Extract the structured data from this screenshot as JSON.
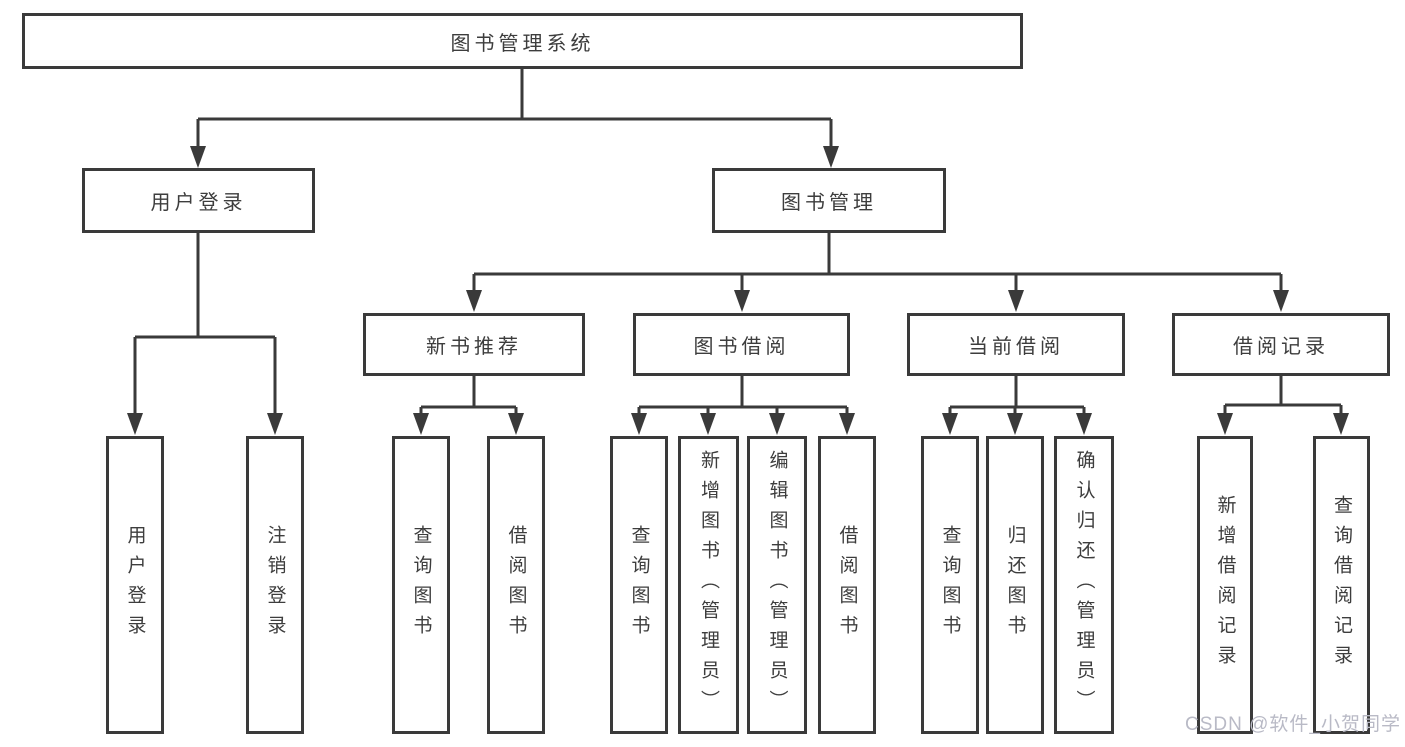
{
  "colors": {
    "line": "#3a3a3a",
    "box_border": "#3a3a3a",
    "text": "#3d3d3d",
    "background": "#ffffff",
    "watermark": "#b9bac6"
  },
  "tree": {
    "root": {
      "label": "图书管理系统"
    },
    "branches": [
      {
        "label": "用户登录",
        "children": [
          "用户登录",
          "注销登录"
        ]
      },
      {
        "label": "图书管理",
        "children": [
          {
            "label": "新书推荐",
            "children": [
              "查询图书",
              "借阅图书"
            ]
          },
          {
            "label": "图书借阅",
            "children": [
              "查询图书",
              "新增图书（管理员）",
              "编辑图书（管理员）",
              "借阅图书"
            ]
          },
          {
            "label": "当前借阅",
            "children": [
              "查询图书",
              "归还图书",
              "确认归还（管理员）"
            ]
          },
          {
            "label": "借阅记录",
            "children": [
              "新增借阅记录",
              "查询借阅记录"
            ]
          }
        ]
      }
    ]
  },
  "watermark": {
    "text": "CSDN @软件_小贺同学"
  }
}
